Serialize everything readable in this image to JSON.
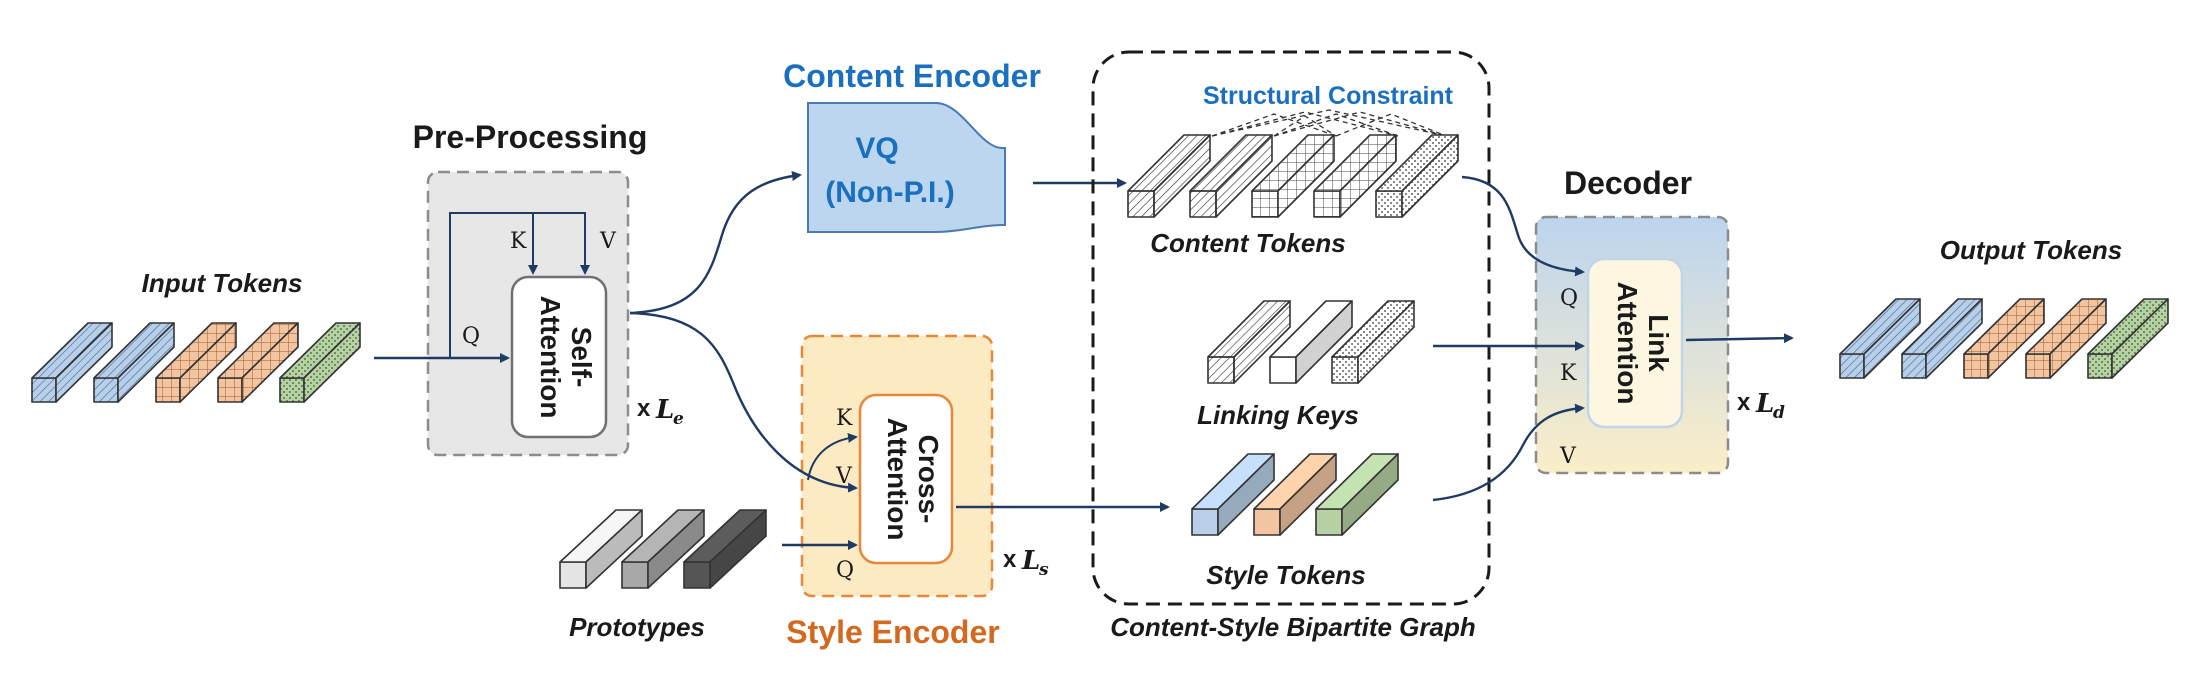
{
  "labels": {
    "input_tokens": "Input Tokens",
    "pre_processing": "Pre-Processing",
    "content_encoder": "Content Encoder",
    "vq_line1": "VQ",
    "vq_line2": "(Non-P.I.)",
    "structural_constraint": "Structural Constraint",
    "content_tokens": "Content Tokens",
    "linking_keys": "Linking Keys",
    "style_tokens": "Style Tokens",
    "bipartite_graph": "Content-Style Bipartite Graph",
    "decoder": "Decoder",
    "output_tokens": "Output Tokens",
    "prototypes": "Prototypes",
    "style_encoder": "Style Encoder"
  },
  "blocks": {
    "self_attention_line1": "Self-",
    "self_attention_line2": "Attention",
    "cross_attention_line1": "Cross-",
    "cross_attention_line2": "Attention",
    "link_attention_line1": "Link",
    "link_attention_line2": "Attention"
  },
  "ports": {
    "q": "Q",
    "k": "K",
    "v": "V"
  },
  "multipliers": {
    "x": "x",
    "encoder_layers": "L",
    "encoder_sub": "e",
    "style_layers": "L",
    "style_sub": "s",
    "decoder_layers": "L",
    "decoder_sub": "d"
  },
  "colors": {
    "blue_token": "#b7cfe8",
    "orange_token": "#f2c4a0",
    "green_token": "#b6d1a4",
    "grey_light": "#e4e4e4",
    "grey_mid": "#a8a8a8",
    "grey_dark": "#555555",
    "arrow": "#1f3b64",
    "content_blue": "#1a6fbf",
    "style_orange": "#d2691e"
  }
}
